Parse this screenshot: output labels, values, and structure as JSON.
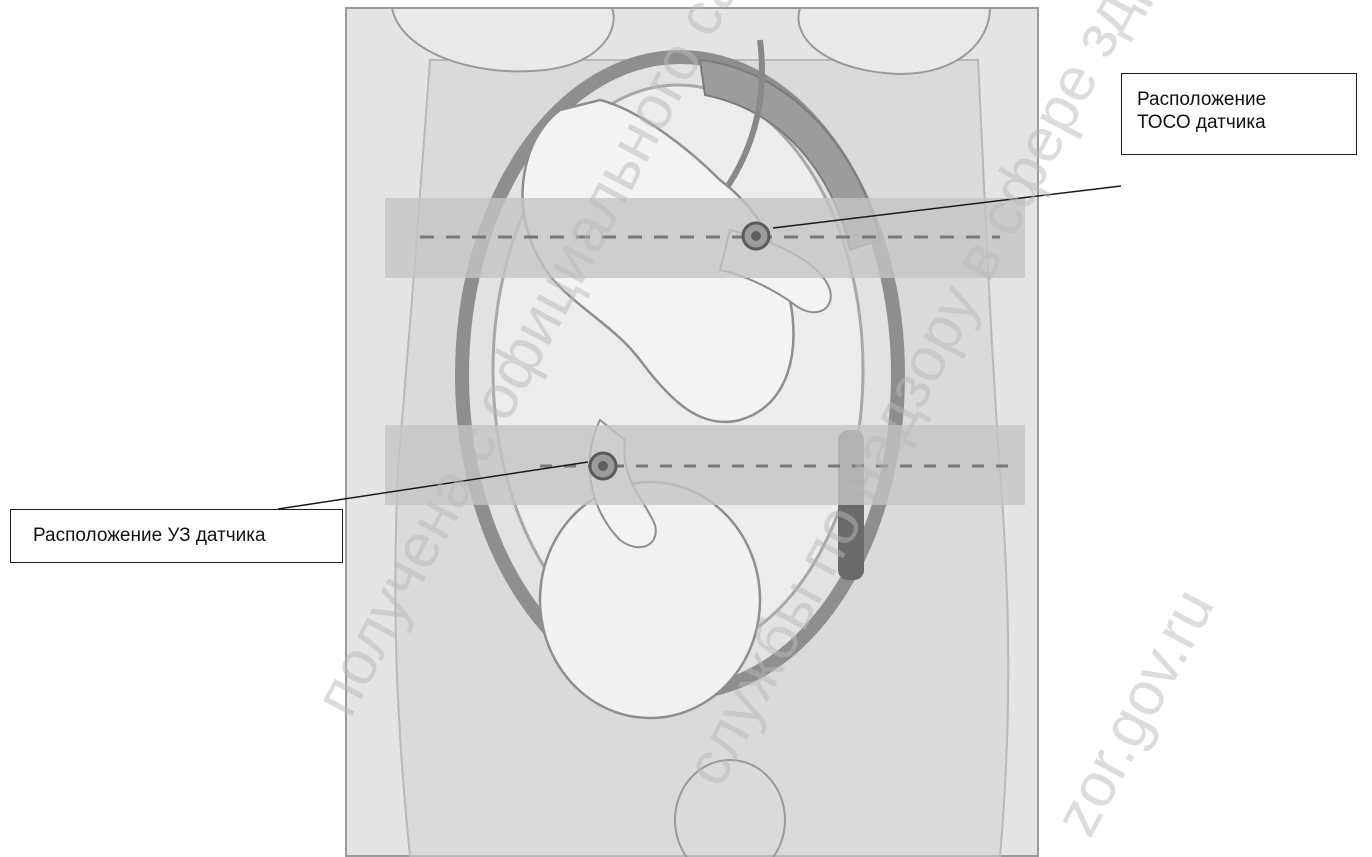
{
  "callouts": {
    "toco": {
      "line1": "Расположение",
      "line2": "ТОСО датчика"
    },
    "ultrasound": {
      "label": "Расположение УЗ датчика"
    }
  },
  "watermark": {
    "lines": [
      "получена с официального сайта",
      "службы по надзору в сфере здр",
      "zor.gov.ru"
    ]
  },
  "colors": {
    "body_fill": "#dcdcdc",
    "uterus_wall": "#8e8e8e",
    "belt_fill": "#c6c6c6",
    "fetus_fill": "#f2f2f2",
    "sensor": "#6e6e6e",
    "watermark": "#b5b5b5"
  }
}
